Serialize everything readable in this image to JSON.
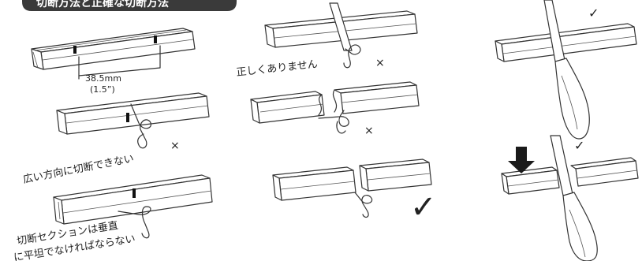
{
  "header": {
    "title": "切断方法と正確な切断方法"
  },
  "labels": {
    "measure_value": "38.5mm",
    "measure_inch": "(1.5”)",
    "not_correct": "正しくありません",
    "cannot_cut_wide": "広い方向に切断できない",
    "perpendicular_line1": "切断セクションは垂直",
    "perpendicular_line2": "に平坦でなければならない"
  },
  "marks": {
    "cross": "×",
    "check": "✓"
  },
  "colors": {
    "line": "#333333",
    "tag_bg": "#3a3a3a",
    "arrow": "#1a1a1a"
  }
}
